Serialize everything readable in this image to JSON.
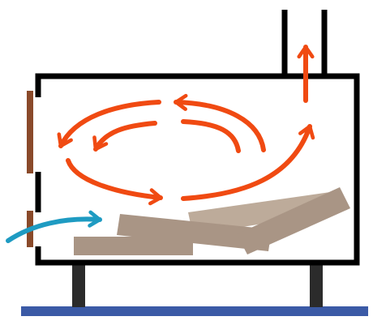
{
  "colors": {
    "outline": "#000000",
    "flame_flow": "#f04a12",
    "air_inlet": "#1e9bc2",
    "door": "#8a4a2a",
    "log_dark": "#a99585",
    "log_light": "#bdab9a",
    "leg": "#2b2b2b",
    "floor": "#3b5aa6",
    "background": "#ffffff"
  },
  "icons": {
    "stove": "wood-stove",
    "chimney": "chimney-pipe",
    "air": "curved-arrow",
    "flame_flow": "swirl-arrows",
    "exhaust": "up-arrow"
  }
}
